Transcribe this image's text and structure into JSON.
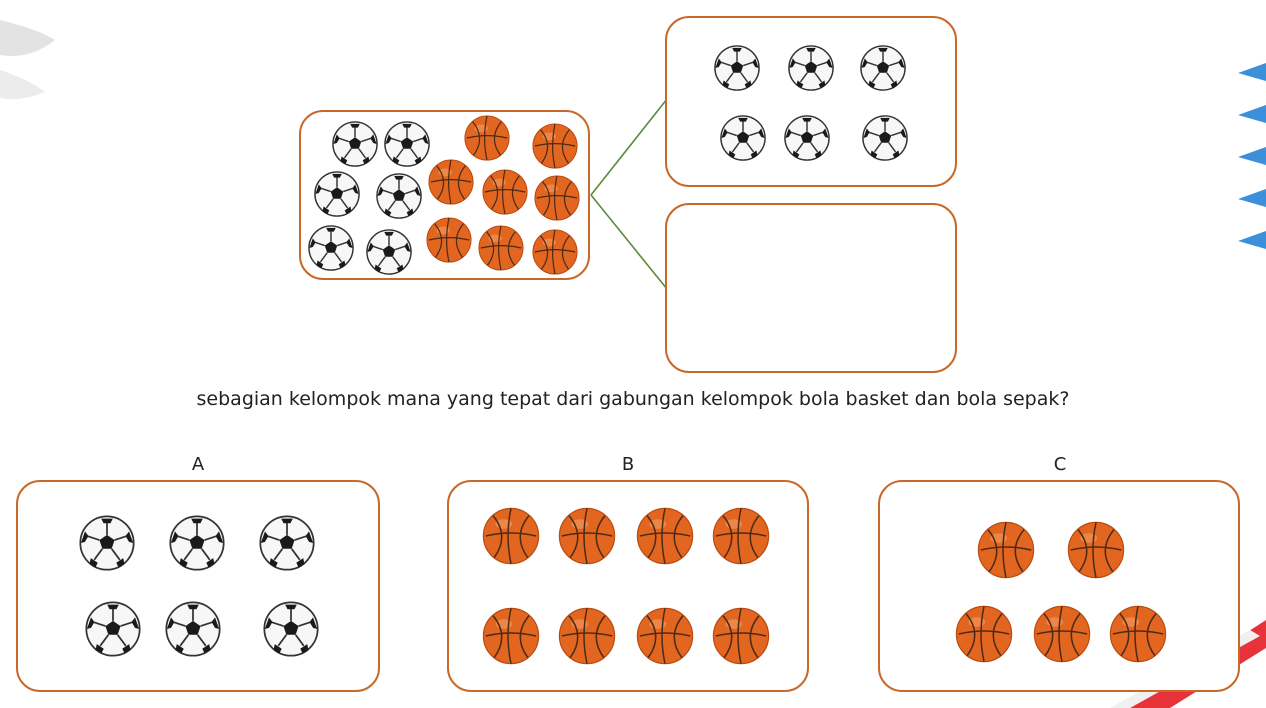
{
  "question": "sebagian kelompok mana yang tepat dari gabungan kelompok bola basket dan bola sepak?",
  "options": [
    {
      "label": "A",
      "content": "soccer-balls",
      "count": 6
    },
    {
      "label": "B",
      "content": "basketballs",
      "count": 8
    },
    {
      "label": "C",
      "content": "basketballs",
      "count": 5
    }
  ],
  "source_group": {
    "soccer_balls": 6,
    "basketballs": 8
  },
  "subgroup_top": {
    "soccer_balls": 6
  },
  "subgroup_bottom": {
    "empty": true
  },
  "colors": {
    "border": "#c8692a",
    "connector": "#5a8a3a",
    "basketball": "#e2661f",
    "ribbon_red": "#e8323a"
  },
  "icons": [
    "soccer-ball-icon",
    "basketball-icon"
  ]
}
